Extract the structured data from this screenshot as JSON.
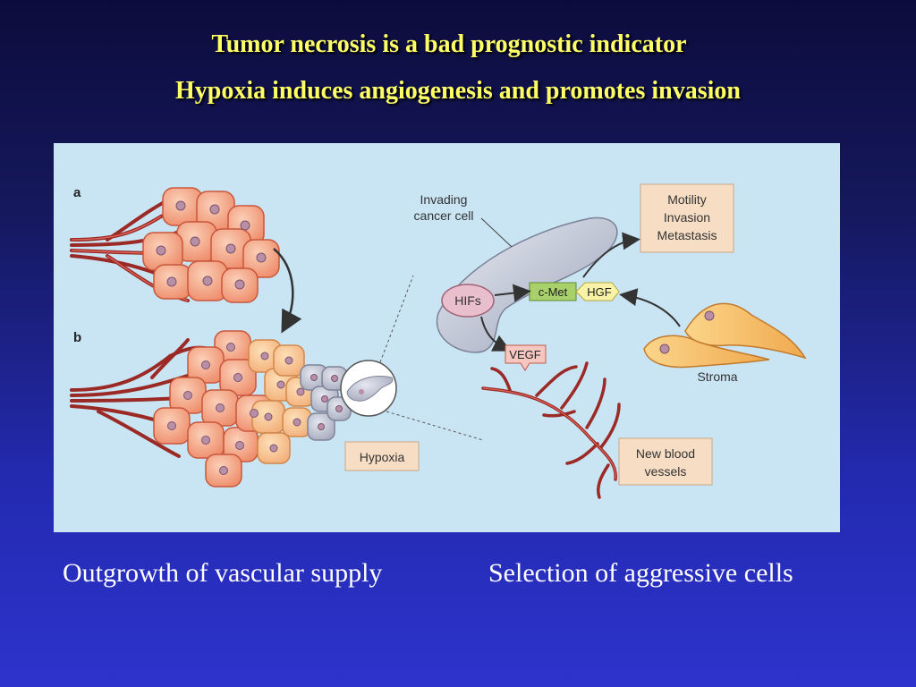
{
  "slide": {
    "title_line1": "Tumor necrosis is a bad prognostic indicator",
    "title_line2": "Hypoxia induces angiogenesis and promotes invasion",
    "caption_left": "Outgrowth of vascular supply",
    "caption_right": "Selection of aggressive cells"
  },
  "figure": {
    "panel_a": "a",
    "panel_b": "b",
    "invading_line1": "Invading",
    "invading_line2": "cancer cell",
    "hifs": "HIFs",
    "cmet": "c-Met",
    "hgf": "HGF",
    "vegf": "VEGF",
    "motility": "Motility",
    "invasion": "Invasion",
    "metastasis": "Metastasis",
    "stroma": "Stroma",
    "hypoxia": "Hypoxia",
    "vessels_line1": "New blood",
    "vessels_line2": "vessels"
  },
  "colors": {
    "background_top": "#0c0c3c",
    "background_bottom": "#2d33cc",
    "title": "#ffff66",
    "figure_bg": "#c9e4f2",
    "cell_fill": "#f7a98a",
    "hypoxic_cell_fill": "#c3c6d2",
    "vessel": "#9b2a26",
    "label_box": "#f6ddc4"
  }
}
